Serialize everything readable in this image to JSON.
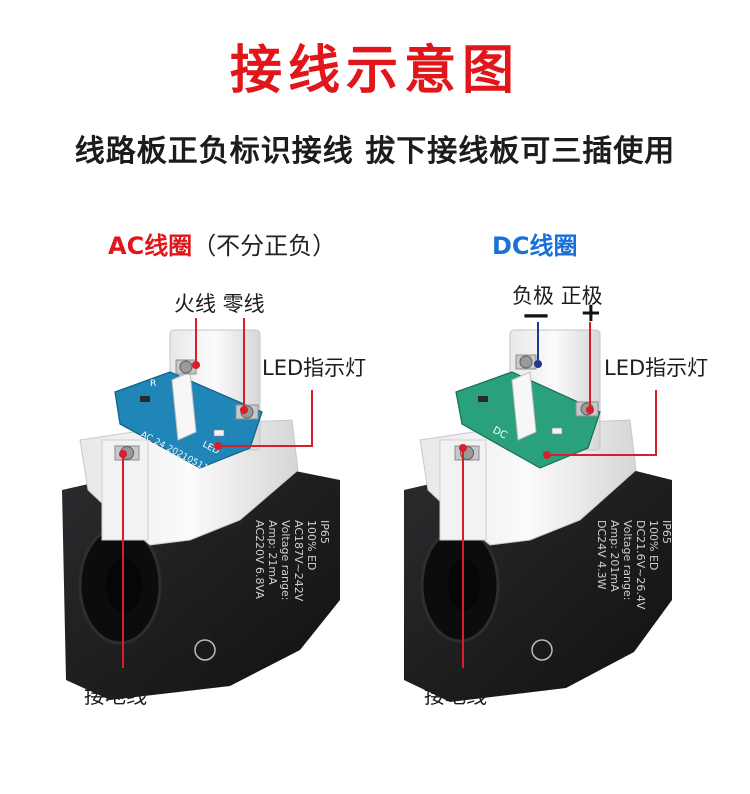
{
  "title": "接线示意图",
  "subtitle": "线路板正负标识接线   拔下接线板可三插使用",
  "ac_coil": {
    "heading_main": "AC线圈",
    "heading_note": "（不分正负）",
    "live_neutral_label": "火线 零线",
    "led_label": "LED指示灯",
    "ground_label": "接地线",
    "pcb_text": "AC 24  20210511",
    "pcb_led": "LED",
    "pcb_r": "R",
    "housing_text": [
      "AC220V 6.8VA",
      "Amp: 21mA",
      "Voltage range:",
      "AC187V~242V",
      "100% ED",
      "IP65"
    ]
  },
  "dc_coil": {
    "heading_main": "DC线圈",
    "neg_pos_label": "负极 正极",
    "minus_sign": "—",
    "plus_sign": "+",
    "led_label": "LED指示灯",
    "ground_label": "接地线",
    "pcb_text": "DC",
    "housing_text": [
      "DC24V 4.3W",
      "Amp: 201mA",
      "Voltage range:",
      "DC21.6V~26.4V",
      "100% ED",
      "IP65"
    ]
  },
  "colors": {
    "title_red": "#e0161a",
    "dc_blue": "#1a6fd8",
    "pointer_red": "#d81e2a",
    "pointer_blue": "#1f3a8a",
    "ac_pcb": "#1f86b7",
    "dc_pcb": "#2aa07c",
    "coil_body": "#1c1c1e"
  }
}
